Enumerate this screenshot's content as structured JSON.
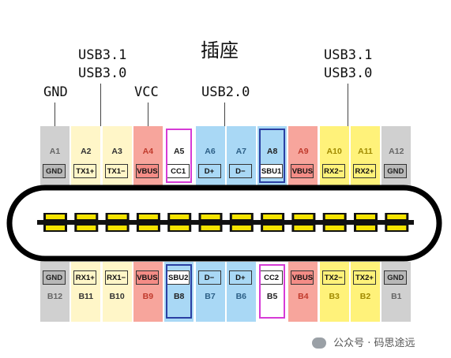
{
  "title": "插座",
  "labels": {
    "gnd": "GND",
    "usb31_left": "USB3.1",
    "usb30_left": "USB3.0",
    "vcc": "VCC",
    "usb20": "USB2.0",
    "usb31_right": "USB3.1",
    "usb30_right": "USB3.0"
  },
  "top_pins": [
    {
      "pin": "A1",
      "signal": "GND",
      "group": "gnd"
    },
    {
      "pin": "A2",
      "signal": "TX1+",
      "group": "ss"
    },
    {
      "pin": "A3",
      "signal": "TX1−",
      "group": "ss"
    },
    {
      "pin": "A4",
      "signal": "VBUS",
      "group": "vbus"
    },
    {
      "pin": "A5",
      "signal": "CC1",
      "group": "cc"
    },
    {
      "pin": "A6",
      "signal": "D+",
      "group": "usb2"
    },
    {
      "pin": "A7",
      "signal": "D−",
      "group": "usb2"
    },
    {
      "pin": "A8",
      "signal": "SBU1",
      "group": "sbu"
    },
    {
      "pin": "A9",
      "signal": "VBUS",
      "group": "vbus"
    },
    {
      "pin": "A10",
      "signal": "RX2−",
      "group": "ss2"
    },
    {
      "pin": "A11",
      "signal": "RX2+",
      "group": "ss2"
    },
    {
      "pin": "A12",
      "signal": "GND",
      "group": "gnd"
    }
  ],
  "bottom_pins": [
    {
      "pin": "B12",
      "signal": "GND",
      "group": "gnd"
    },
    {
      "pin": "B11",
      "signal": "RX1+",
      "group": "ss"
    },
    {
      "pin": "B10",
      "signal": "RX1−",
      "group": "ss"
    },
    {
      "pin": "B9",
      "signal": "VBUS",
      "group": "vbus"
    },
    {
      "pin": "B8",
      "signal": "SBU2",
      "group": "sbu"
    },
    {
      "pin": "B7",
      "signal": "D−",
      "group": "usb2"
    },
    {
      "pin": "B6",
      "signal": "D+",
      "group": "usb2"
    },
    {
      "pin": "B5",
      "signal": "CC2",
      "group": "cc"
    },
    {
      "pin": "B4",
      "signal": "VBUS",
      "group": "vbus"
    },
    {
      "pin": "B3",
      "signal": "TX2−",
      "group": "ss2"
    },
    {
      "pin": "B2",
      "signal": "TX2+",
      "group": "ss2"
    },
    {
      "pin": "B1",
      "signal": "GND",
      "group": "gnd"
    }
  ],
  "colors": {
    "gnd_bg": "#d0d0d0",
    "gnd_box": "#b8b8b8",
    "gnd_text": "#666666",
    "ss_bg": "#fff6c8",
    "ss_box": "#fff6c8",
    "vbus_bg": "#f7a59c",
    "vbus_box": "#f48c86",
    "vbus_text": "#c0392b",
    "cc_bg": "#ffffff",
    "cc_box": "#ffffff",
    "cc_border": "#d63bd6",
    "usb2_bg": "#a9d8f5",
    "usb2_box": "#a9d8f5",
    "sbu_bg": "#a9d8f5",
    "sbu_box": "#ffffff",
    "sbu_border": "#2a3fa3",
    "ss2_bg": "#fff27a",
    "ss2_box": "#fff27a",
    "ss2_text": "#a08a00",
    "contact_yellow": "#f5e400",
    "contact_black": "#111111"
  },
  "watermark": "公众号 · 码思途远"
}
